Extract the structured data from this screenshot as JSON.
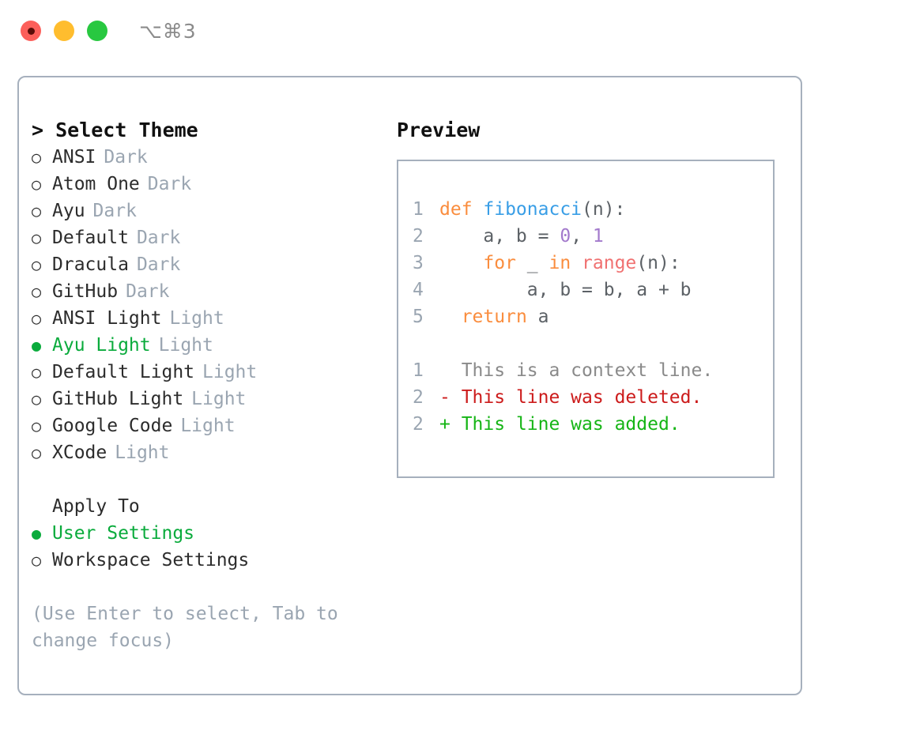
{
  "titlebar": {
    "shortcut": "⌥⌘3",
    "buttons": [
      "close",
      "minimize",
      "maximize"
    ]
  },
  "theme_panel": {
    "header": "> Select Theme",
    "items": [
      {
        "bullet": "○",
        "label": "ANSI",
        "tag": "Dark",
        "selected": false
      },
      {
        "bullet": "○",
        "label": "Atom One",
        "tag": "Dark",
        "selected": false
      },
      {
        "bullet": "○",
        "label": "Ayu",
        "tag": "Dark",
        "selected": false
      },
      {
        "bullet": "○",
        "label": "Default",
        "tag": "Dark",
        "selected": false
      },
      {
        "bullet": "○",
        "label": "Dracula",
        "tag": "Dark",
        "selected": false
      },
      {
        "bullet": "○",
        "label": "GitHub",
        "tag": "Dark",
        "selected": false
      },
      {
        "bullet": "○",
        "label": "ANSI Light",
        "tag": "Light",
        "selected": false
      },
      {
        "bullet": "●",
        "label": "Ayu Light",
        "tag": "Light",
        "selected": true
      },
      {
        "bullet": "○",
        "label": "Default Light",
        "tag": "Light",
        "selected": false
      },
      {
        "bullet": "○",
        "label": "GitHub Light",
        "tag": "Light",
        "selected": false
      },
      {
        "bullet": "○",
        "label": "Google Code",
        "tag": "Light",
        "selected": false
      },
      {
        "bullet": "○",
        "label": "XCode",
        "tag": "Light",
        "selected": false
      }
    ]
  },
  "apply_to": {
    "header": "Apply To",
    "items": [
      {
        "bullet": "●",
        "label": "User Settings",
        "selected": true
      },
      {
        "bullet": "○",
        "label": "Workspace Settings",
        "selected": false
      }
    ]
  },
  "hint": "(Use Enter to select, Tab to change focus)",
  "preview": {
    "title": "Preview",
    "code_lines": [
      {
        "num": "1",
        "tokens": [
          {
            "text": "def ",
            "cls": "t-kw"
          },
          {
            "text": "fibonacci",
            "cls": "t-fn"
          },
          {
            "text": "(n):",
            "cls": "t-plain"
          }
        ]
      },
      {
        "num": "2",
        "tokens": [
          {
            "text": "    a, b = ",
            "cls": "t-plain"
          },
          {
            "text": "0",
            "cls": "t-num"
          },
          {
            "text": ", ",
            "cls": "t-plain"
          },
          {
            "text": "1",
            "cls": "t-num"
          }
        ]
      },
      {
        "num": "3",
        "tokens": [
          {
            "text": "    ",
            "cls": "t-plain"
          },
          {
            "text": "for",
            "cls": "t-kw"
          },
          {
            "text": " _ ",
            "cls": "t-plain"
          },
          {
            "text": "in",
            "cls": "t-kw"
          },
          {
            "text": " ",
            "cls": "t-plain"
          },
          {
            "text": "range",
            "cls": "t-built"
          },
          {
            "text": "(n):",
            "cls": "t-plain"
          }
        ]
      },
      {
        "num": "4",
        "tokens": [
          {
            "text": "        a, b = b, a + b",
            "cls": "t-plain"
          }
        ]
      },
      {
        "num": "5",
        "tokens": [
          {
            "text": "  ",
            "cls": "t-plain"
          },
          {
            "text": "return",
            "cls": "t-kw"
          },
          {
            "text": " a",
            "cls": "t-plain"
          }
        ]
      }
    ],
    "diff_lines": [
      {
        "num": "1",
        "marker": "  ",
        "text": "This is a context line.",
        "cls": "t-ctx"
      },
      {
        "num": "2",
        "marker": "- ",
        "text": "This line was deleted.",
        "cls": "t-del"
      },
      {
        "num": "2",
        "marker": "+ ",
        "text": "This line was added.",
        "cls": "t-add"
      }
    ]
  },
  "colors": {
    "accent_green": "#0aab3c",
    "muted": "#9aa5b1",
    "border": "#a6b0bd",
    "keyword": "#fa8d3e",
    "function": "#399ee6",
    "number": "#a37acc",
    "builtin": "#f07171",
    "diff_delete": "#cc1b1b",
    "diff_add": "#16b516"
  }
}
